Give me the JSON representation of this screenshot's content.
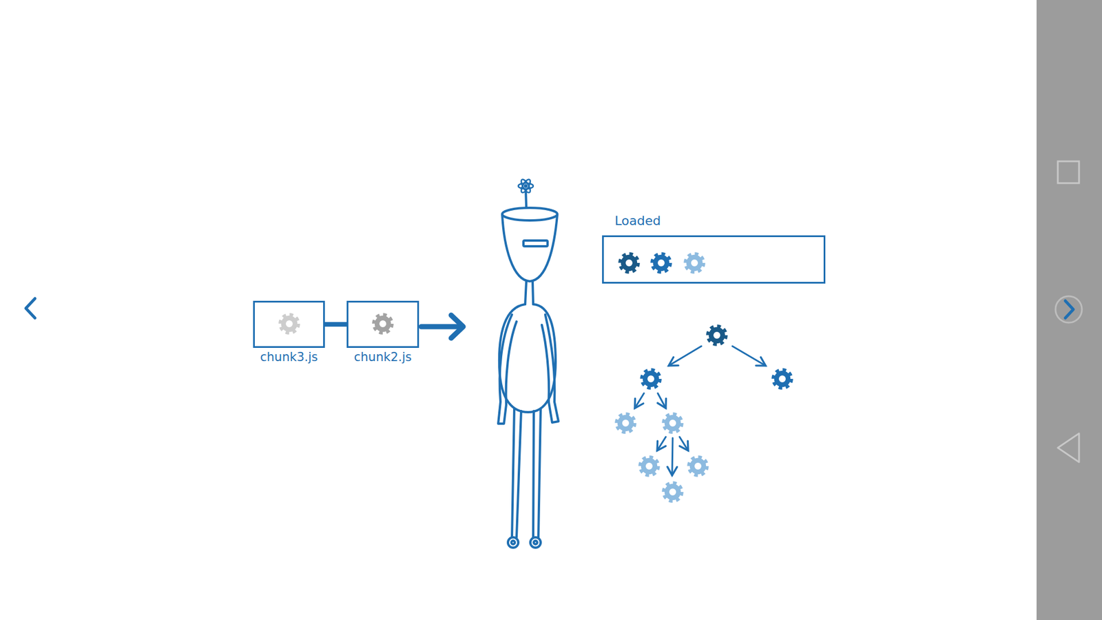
{
  "diagram": {
    "nodes": [
      {
        "text": [
          "chunk3.js"
        ]
      },
      {
        "text": [
          "chunk2.js"
        ]
      },
      {
        "text": [
          "Loaded"
        ]
      }
    ],
    "edges": [
      {
        "from": 0,
        "to": 1,
        "arrow": "none"
      }
    ]
  }
}
